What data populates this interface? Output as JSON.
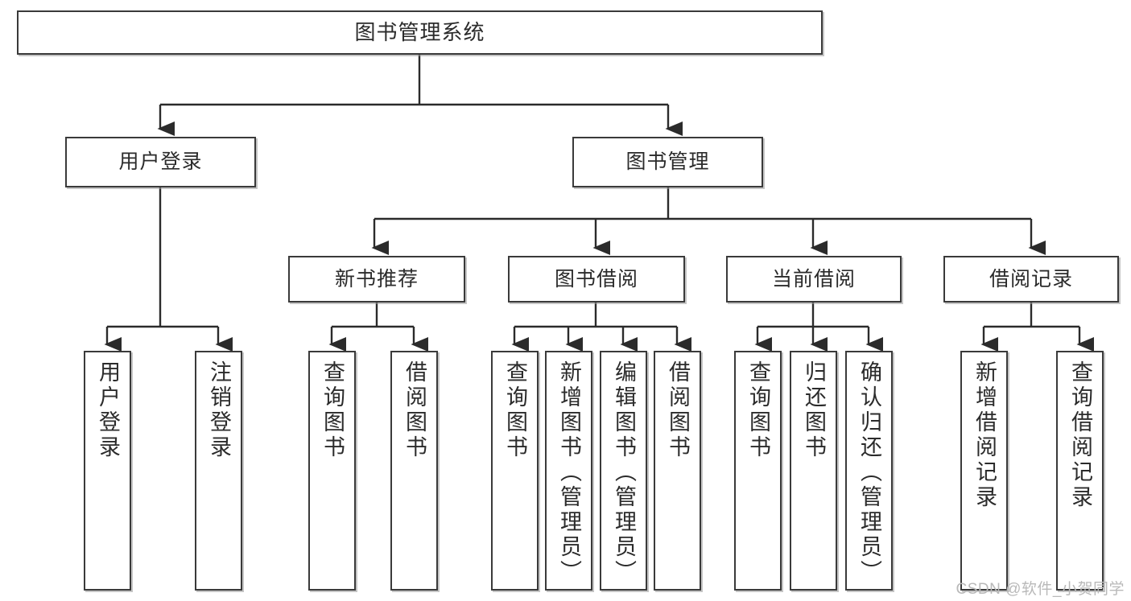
{
  "diagram": {
    "type": "tree",
    "title": "图书管理系统",
    "orientation": "top-down",
    "watermark": "CSDN @软件_小贺同学",
    "colors": {
      "box_border": "#3a3a3a",
      "box_fill": "#ffffff",
      "connector": "#2b2b2b",
      "text": "#2b2b2b",
      "watermark": "#b9b9b9"
    },
    "levels": {
      "root": {
        "label": "图书管理系统"
      },
      "level2": [
        {
          "label": "用户登录"
        },
        {
          "label": "图书管理"
        }
      ],
      "level3": [
        {
          "label": "新书推荐"
        },
        {
          "label": "图书借阅"
        },
        {
          "label": "当前借阅"
        },
        {
          "label": "借阅记录"
        }
      ],
      "level4": [
        {
          "label": "用户登录",
          "parent": "用户登录"
        },
        {
          "label": "注销登录",
          "parent": "用户登录"
        },
        {
          "label": "查询图书",
          "parent": "新书推荐"
        },
        {
          "label": "借阅图书",
          "parent": "新书推荐"
        },
        {
          "label": "查询图书",
          "parent": "图书借阅"
        },
        {
          "label": "新增图书（管理员）",
          "parent": "图书借阅"
        },
        {
          "label": "编辑图书（管理员）",
          "parent": "图书借阅"
        },
        {
          "label": "借阅图书",
          "parent": "图书借阅"
        },
        {
          "label": "查询图书",
          "parent": "当前借阅"
        },
        {
          "label": "归还图书",
          "parent": "当前借阅"
        },
        {
          "label": "确认归还（管理员）",
          "parent": "当前借阅"
        },
        {
          "label": "新增借阅记录",
          "parent": "借阅记录"
        },
        {
          "label": "查询借阅记录",
          "parent": "借阅记录"
        }
      ]
    }
  }
}
